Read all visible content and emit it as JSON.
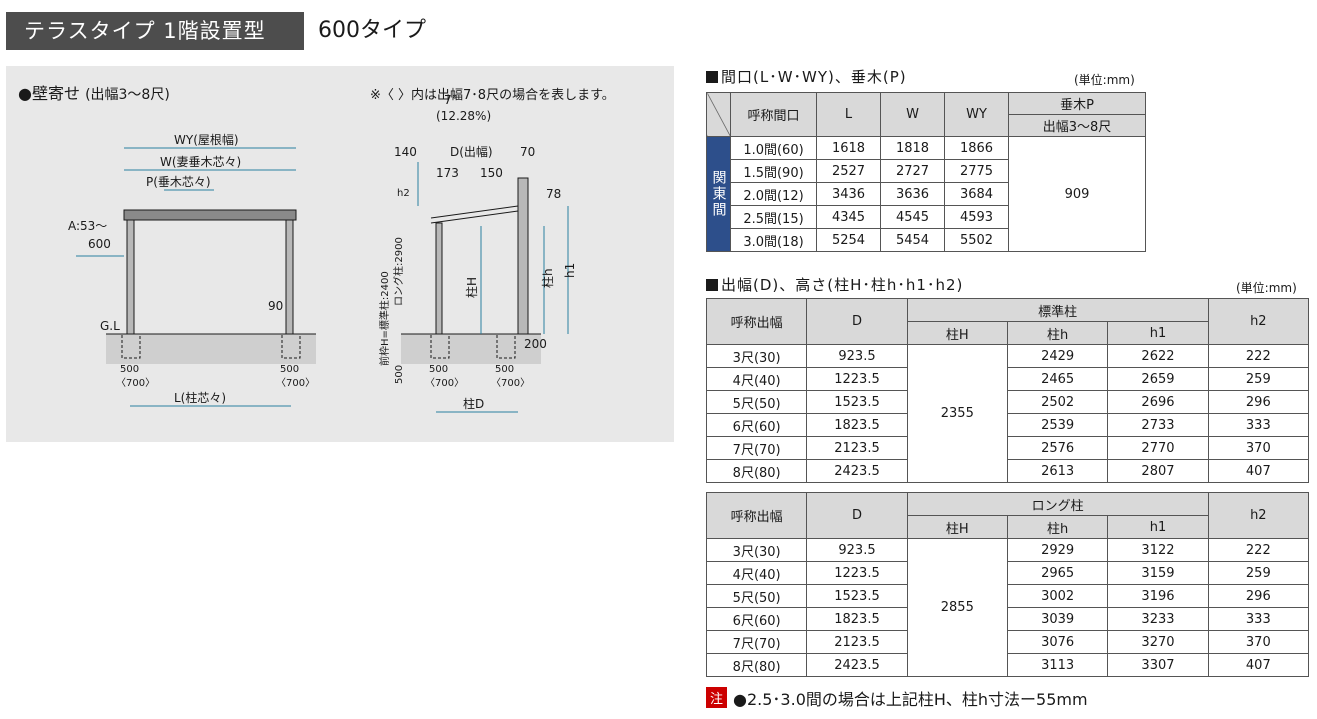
{
  "header": {
    "title": "テラスタイプ 1階設置型",
    "subtitle": "600タイプ"
  },
  "diagram": {
    "title": "●壁寄せ",
    "title_sub": "(出幅3〜8尺)",
    "note": "※〈 〉内は出幅7･8尺の場合を表します。",
    "labels": {
      "wy": "WY(屋根幅)",
      "w": "W(妻垂木芯々)",
      "p": "P(垂木芯々)",
      "a": "A:53〜",
      "a2": "600",
      "n90": "90",
      "gl": "G.L",
      "f500": "500",
      "f700": "〈700〉",
      "l": "L(柱芯々)",
      "angle": "7°",
      "angle_pct": "(12.28%)",
      "n140": "140",
      "d": "D(出幅)",
      "n70": "70",
      "n173": "173",
      "n150": "150",
      "h2": "h2",
      "n78": "78",
      "front_h": "前枠H=標準柱:2400",
      "long_h": "ロング柱:2900",
      "hashira_h": "柱H",
      "hashira_hh": "柱h",
      "h1": "h1",
      "n200": "200",
      "n500v": "500",
      "hashira_d": "柱D"
    }
  },
  "table1": {
    "title": "間口(L･W･WY)、垂木(P)",
    "unit": "(単位:mm)",
    "headers": [
      "呼称間口",
      "L",
      "W",
      "WY",
      "垂木P",
      "出幅3〜8尺"
    ],
    "region": "関東間",
    "rows": [
      [
        "1.0間(60)",
        "1618",
        "1818",
        "1866"
      ],
      [
        "1.5間(90)",
        "2527",
        "2727",
        "2775"
      ],
      [
        "2.0間(12)",
        "3436",
        "3636",
        "3684"
      ],
      [
        "2.5間(15)",
        "4345",
        "4545",
        "4593"
      ],
      [
        "3.0間(18)",
        "5254",
        "5454",
        "5502"
      ]
    ],
    "p_value": "909"
  },
  "table2": {
    "title": "出幅(D)、高さ(柱H･柱h･h1･h2)",
    "unit": "(単位:mm)",
    "headers": [
      "呼称出幅",
      "D",
      "標準柱",
      "柱H",
      "柱h",
      "h1",
      "h2"
    ],
    "merged_H": "2355",
    "rows": [
      [
        "3尺(30)",
        "923.5",
        "2429",
        "2622",
        "222"
      ],
      [
        "4尺(40)",
        "1223.5",
        "2465",
        "2659",
        "259"
      ],
      [
        "5尺(50)",
        "1523.5",
        "2502",
        "2696",
        "296"
      ],
      [
        "6尺(60)",
        "1823.5",
        "2539",
        "2733",
        "333"
      ],
      [
        "7尺(70)",
        "2123.5",
        "2576",
        "2770",
        "370"
      ],
      [
        "8尺(80)",
        "2423.5",
        "2613",
        "2807",
        "407"
      ]
    ]
  },
  "table3": {
    "headers": [
      "呼称出幅",
      "D",
      "ロング柱",
      "柱H",
      "柱h",
      "h1",
      "h2"
    ],
    "merged_H": "2855",
    "rows": [
      [
        "3尺(30)",
        "923.5",
        "2929",
        "3122",
        "222"
      ],
      [
        "4尺(40)",
        "1223.5",
        "2965",
        "3159",
        "259"
      ],
      [
        "5尺(50)",
        "1523.5",
        "3002",
        "3196",
        "296"
      ],
      [
        "6尺(60)",
        "1823.5",
        "3039",
        "3233",
        "333"
      ],
      [
        "7尺(70)",
        "2123.5",
        "3076",
        "3270",
        "370"
      ],
      [
        "8尺(80)",
        "2423.5",
        "3113",
        "3307",
        "407"
      ]
    ]
  },
  "footnote": {
    "tag": "注",
    "text": "●2.5･3.0間の場合は上記柱H、柱h寸法ー55mm"
  }
}
